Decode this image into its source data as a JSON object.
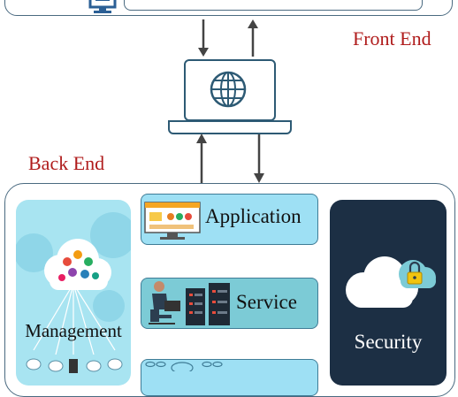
{
  "labels": {
    "front_end": "Front End",
    "back_end": "Back End"
  },
  "components": {
    "management": "Management",
    "application": "Application",
    "service": "Service",
    "security": "Security"
  },
  "colors": {
    "section_label": "#b01c1c",
    "outline": "#4a6a80",
    "management_panel": "#a8e4f1",
    "application_box": "#9ee0f4",
    "service_box": "#7ccbd6",
    "security_panel": "#1c2f44",
    "arrow": "#444444"
  },
  "icons": [
    "computer-icon",
    "globe-icon",
    "cloud-network-icon",
    "web-app-icon",
    "developer-server-icon",
    "database-icon",
    "cloud-lock-icon"
  ]
}
